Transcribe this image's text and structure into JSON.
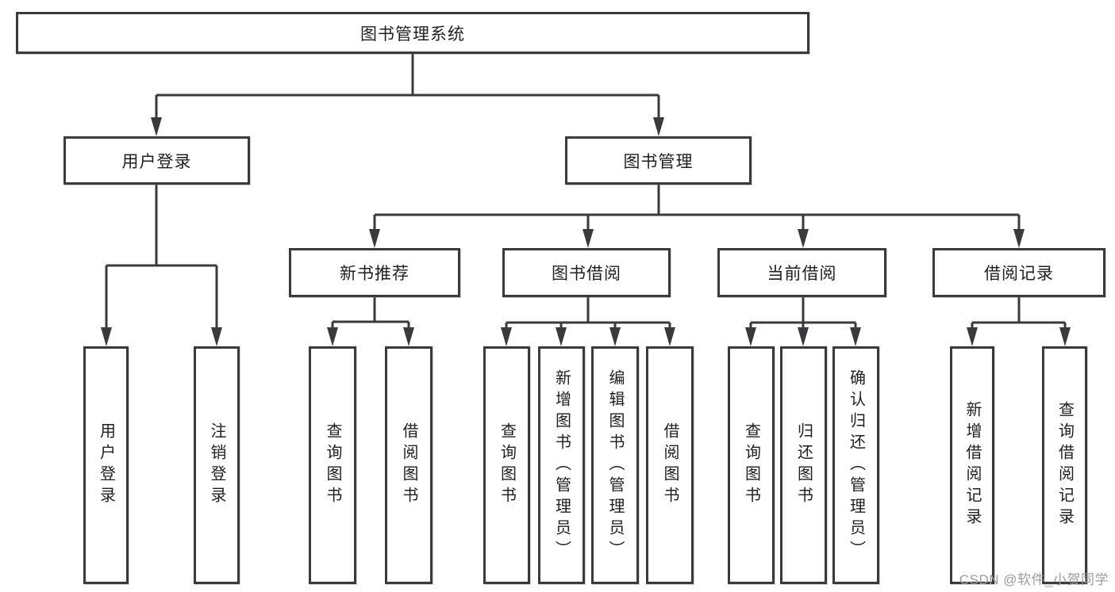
{
  "diagram": {
    "title": "图书管理系统",
    "branches": [
      {
        "label": "用户登录",
        "leaves": [
          "用户登录",
          "注销登录"
        ]
      },
      {
        "label": "图书管理",
        "sections": [
          {
            "label": "新书推荐",
            "leaves": [
              "查询图书",
              "借阅图书"
            ]
          },
          {
            "label": "图书借阅",
            "leaves": [
              "查询图书",
              "新增图书（管理员）",
              "编辑图书（管理员）",
              "借阅图书"
            ]
          },
          {
            "label": "当前借阅",
            "leaves": [
              "查询图书",
              "归还图书",
              "确认归还（管理员）"
            ]
          },
          {
            "label": "借阅记录",
            "leaves": [
              "新增借阅记录",
              "查询借阅记录"
            ]
          }
        ]
      }
    ]
  },
  "watermark": "CSDN @软件_小贺同学",
  "colors": {
    "line": "#3a3a3c",
    "text": "#1f1f1f",
    "watermark": "#9c9c9c",
    "background": "#ffffff"
  }
}
